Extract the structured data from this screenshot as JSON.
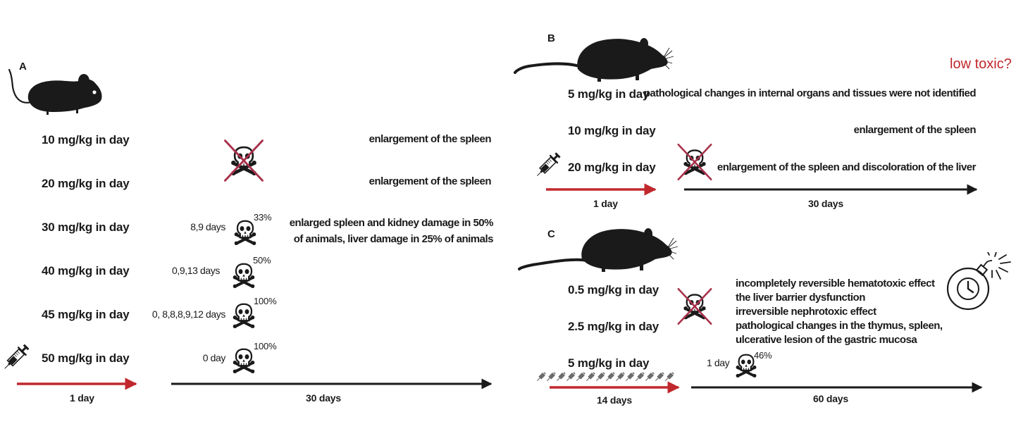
{
  "panel_a": {
    "label": "A",
    "doses": [
      {
        "dose": "10 mg/kg in day",
        "days": "",
        "mortality": "",
        "effect": "enlargement of the spleen"
      },
      {
        "dose": "20 mg/kg in day",
        "days": "",
        "mortality": "",
        "effect": "enlargement of the spleen"
      },
      {
        "dose": "30 mg/kg in day",
        "days": "8,9 days",
        "mortality": "33%",
        "effect": "enlarged spleen and kidney damage in 50%",
        "effect2": "of animals, liver damage in 25% of animals"
      },
      {
        "dose": "40 mg/kg in day",
        "days": "0,9,13 days",
        "mortality": "50%",
        "effect": ""
      },
      {
        "dose": "45 mg/kg in day",
        "days": "0, 8,8,8,9,12 days",
        "mortality": "100%",
        "effect": ""
      },
      {
        "dose": "50 mg/kg in day",
        "days": "0 day",
        "mortality": "100%",
        "effect": ""
      }
    ],
    "timeline": {
      "dosing": "1 day",
      "observation": "30 days"
    }
  },
  "panel_b": {
    "label": "B",
    "annotation": "low toxic?",
    "doses": [
      {
        "dose": "5 mg/kg in day",
        "effect": "pathological changes in internal organs and tissues were not identified"
      },
      {
        "dose": "10 mg/kg in day",
        "effect": "enlargement of the spleen"
      },
      {
        "dose": "20 mg/kg in day",
        "effect": "enlargement of the spleen and discoloration of the liver"
      }
    ],
    "timeline": {
      "dosing": "1 day",
      "observation": "30 days"
    }
  },
  "panel_c": {
    "label": "C",
    "doses": [
      "0.5 mg/kg in day",
      "2.5 mg/kg in day",
      "5 mg/kg in day"
    ],
    "effects": [
      "incompletely reversible hematotoxic effect",
      "the liver barrier dysfunction",
      "irreversible nephrotoxic effect",
      "pathological changes in the thymus, spleen,",
      "ulcerative lesion of the gastric mucosa"
    ],
    "death": {
      "days": "1 day",
      "mortality": "46%"
    },
    "timeline": {
      "dosing": "14 days",
      "observation": "60 days"
    }
  },
  "colors": {
    "red": "#c0282d",
    "black": "#1a1a1a"
  },
  "icons": [
    "mouse-silhouette-icon",
    "rat-silhouette-icon",
    "syringe-icon",
    "skull-crossbones-icon",
    "crossed-out-skull-icon",
    "time-bomb-icon"
  ]
}
